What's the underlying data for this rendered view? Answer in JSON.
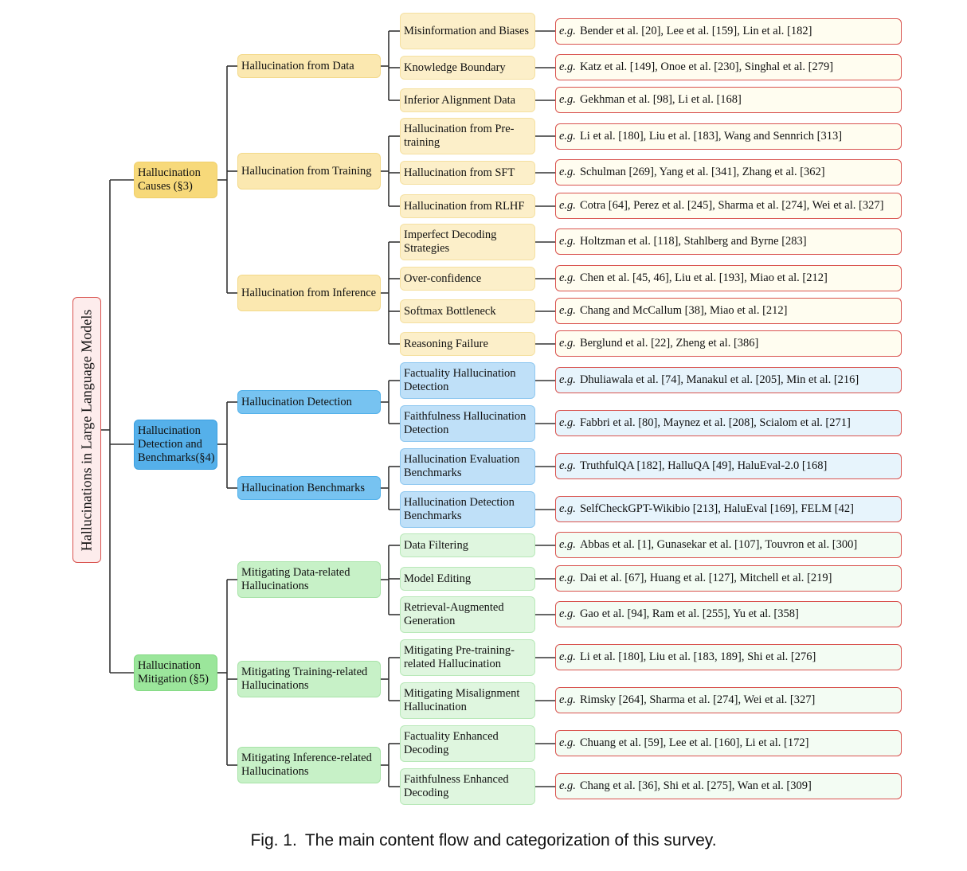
{
  "root": "Hallucinations in Large Language Models",
  "branches": [
    {
      "label": "Hallucination Causes (§3)",
      "groups": [
        {
          "label": "Hallucination from Data",
          "items": [
            {
              "label": "Misinformation and Biases",
              "refs": "Bender et al. [20], Lee et al. [159], Lin et al. [182]"
            },
            {
              "label": "Knowledge Boundary",
              "refs": "Katz et al. [149], Onoe et al. [230], Singhal et al. [279]"
            },
            {
              "label": "Inferior Alignment Data",
              "refs": "Gekhman et al. [98], Li et al. [168]"
            }
          ]
        },
        {
          "label": "Hallucination from Training",
          "items": [
            {
              "label": "Hallucination from Pre-training",
              "refs": "Li et al. [180], Liu et al. [183], Wang and Sennrich [313]"
            },
            {
              "label": "Hallucination from SFT",
              "refs": "Schulman [269], Yang et al. [341], Zhang et al. [362]"
            },
            {
              "label": "Hallucination from RLHF",
              "refs": "Cotra [64], Perez et al. [245], Sharma et al. [274], Wei et al. [327]"
            }
          ]
        },
        {
          "label": "Hallucination from Inference",
          "items": [
            {
              "label": "Imperfect Decoding Strategies",
              "refs": "Holtzman et al. [118], Stahlberg and Byrne [283]"
            },
            {
              "label": "Over-confidence",
              "refs": "Chen et al. [45, 46], Liu et al. [193], Miao et al. [212]"
            },
            {
              "label": "Softmax Bottleneck",
              "refs": "Chang and McCallum [38], Miao et al. [212]"
            },
            {
              "label": "Reasoning Failure",
              "refs": "Berglund et al. [22], Zheng et al. [386]"
            }
          ]
        }
      ]
    },
    {
      "label": "Hallucination Detection and Benchmarks(§4)",
      "groups": [
        {
          "label": "Hallucination Detection",
          "items": [
            {
              "label": "Factuality Hallucination Detection",
              "refs": "Dhuliawala et al. [74], Manakul et al. [205], Min et al. [216]"
            },
            {
              "label": "Faithfulness Hallucination Detection",
              "refs": "Fabbri et al. [80], Maynez et al. [208], Scialom et al. [271]"
            }
          ]
        },
        {
          "label": "Hallucination Benchmarks",
          "items": [
            {
              "label": "Hallucination Evaluation Benchmarks",
              "refs": "TruthfulQA [182], HalluQA [49], HaluEval-2.0 [168]"
            },
            {
              "label": "Hallucination Detection Benchmarks",
              "refs": "SelfCheckGPT-Wikibio [213], HaluEval [169], FELM [42]"
            }
          ]
        }
      ]
    },
    {
      "label": "Hallucination Mitigation (§5)",
      "groups": [
        {
          "label": "Mitigating Data-related Hallucinations",
          "items": [
            {
              "label": "Data Filtering",
              "refs": "Abbas et al. [1], Gunasekar et al. [107], Touvron et al. [300]"
            },
            {
              "label": "Model Editing",
              "refs": "Dai et al. [67], Huang et al. [127], Mitchell et al. [219]"
            },
            {
              "label": "Retrieval-Augmented Generation",
              "refs": "Gao et al. [94], Ram et al. [255], Yu et al. [358]"
            }
          ]
        },
        {
          "label": "Mitigating Training-related Hallucinations",
          "items": [
            {
              "label": "Mitigating Pre-training-related Hallucination",
              "refs": "Li et al. [180], Liu et al. [183, 189], Shi et al. [276]"
            },
            {
              "label": "Mitigating Misalignment Hallucination",
              "refs": "Rimsky [264], Sharma et al. [274], Wei et al. [327]"
            }
          ]
        },
        {
          "label": "Mitigating Inference-related Hallucinations",
          "items": [
            {
              "label": "Factuality Enhanced Decoding",
              "refs": "Chuang et al. [59], Lee et al. [160], Li et al. [172]"
            },
            {
              "label": "Faithfulness Enhanced Decoding",
              "refs": "Chang et al. [36], Shi et al. [275], Wan et al. [309]"
            }
          ]
        }
      ]
    }
  ],
  "eg_label": "e.g.",
  "caption": {
    "number": "Fig. 1.",
    "text": "The main content flow and categorization of this survey."
  },
  "colors": {
    "causes": "#f7d97a",
    "detection": "#55b0ea",
    "mitigation": "#9be69b",
    "leaf_border": "#d9534f",
    "connector": "#333333"
  }
}
